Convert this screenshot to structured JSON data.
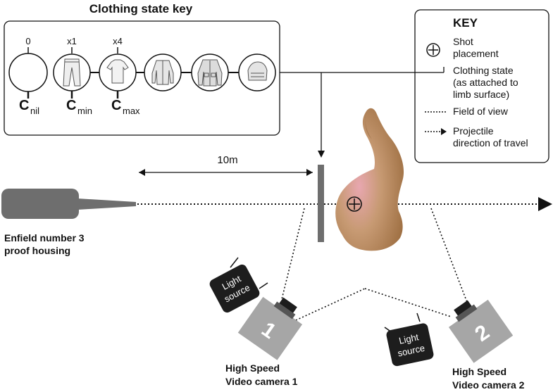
{
  "clothing_key": {
    "title": "Clothing state key",
    "states": [
      {
        "top": "0",
        "sub": "nil",
        "icon": "empty-circle-icon"
      },
      {
        "top": "x1",
        "sub": "min",
        "icon": "trousers-icon"
      },
      {
        "top": "x4",
        "sub": "max",
        "icon": "tshirt-icon"
      },
      {
        "icon": "long-sleeve-shirt-icon"
      },
      {
        "icon": "jacket-icon"
      },
      {
        "icon": "folded-garment-icon"
      }
    ],
    "c_letter": "C"
  },
  "legend": {
    "title": "KEY",
    "shot": [
      "Shot",
      "placement"
    ],
    "clothing": [
      "Clothing state",
      "(as attached to",
      "limb surface)"
    ],
    "fov": "Field of view",
    "projectile": [
      "Projectile",
      "direction of travel"
    ]
  },
  "distance": "10m",
  "gun": [
    "Enfield number 3",
    "proof housing"
  ],
  "light_label": [
    "Light",
    "source"
  ],
  "camera1": {
    "number": "1",
    "caption": [
      "High Speed",
      "Video camera 1"
    ]
  },
  "camera2": {
    "number": "2",
    "caption": [
      "High Speed",
      "Video camera 2"
    ]
  },
  "colors": {
    "gun": "#6e6e6e",
    "camera": "#a6a6a6",
    "light": "#1d1d1d",
    "limb": "#a2774a"
  }
}
